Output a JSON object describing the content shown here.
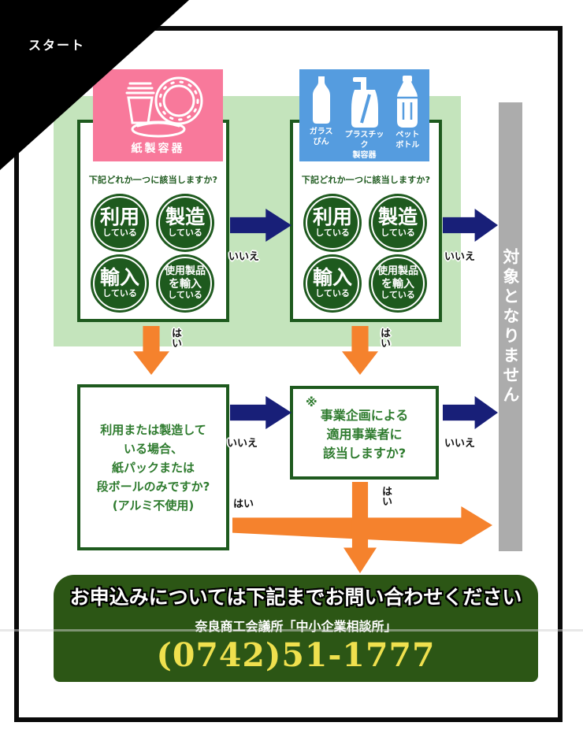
{
  "start_label": "スタート",
  "question": "下記どれか一つに該当しますか?",
  "circles": [
    {
      "main": "利用",
      "sub": "している"
    },
    {
      "main": "製造",
      "sub": "している"
    },
    {
      "main": "輸入",
      "sub": "している"
    },
    {
      "l1": "使用製品",
      "l2": "を輸入",
      "l3": "している"
    }
  ],
  "paper_category": {
    "label": "紙製容器"
  },
  "bottle_category": {
    "items": [
      {
        "line1": "ガラス",
        "line2": "びん"
      },
      {
        "line1": "プラスチック",
        "line2": "製容器"
      },
      {
        "line1": "ペット",
        "line2": "ボトル"
      }
    ]
  },
  "labels": {
    "yes": "はい",
    "no": "いいえ"
  },
  "not_applicable": "対象となりません",
  "paper_pack_question": {
    "lines": [
      "利用または製造して",
      "いる場合、",
      "紙パックまたは",
      "段ボールのみですか?",
      "(アルミ不使用)"
    ]
  },
  "business_plan_question": {
    "note_mark": "※",
    "lines": [
      "事業企画による",
      "適用事業者に",
      "該当しますか?"
    ]
  },
  "contact_banner": {
    "title": "お申込みについては下記までお問い合わせください",
    "organization": "奈良商工会議所「中小企業相談所」",
    "phone": "(0742)51-1777"
  },
  "colors": {
    "paper_pink": "#F8799B",
    "bottle_blue": "#559CDF",
    "panel_green": "#C4E4BC",
    "dark_green": "#1E5A1E",
    "banner_green": "#2C5615",
    "navy_arrow": "#181F78",
    "orange_arrow": "#F5822D",
    "gray_bar": "#ACACAC",
    "phone_yellow": "#EFE04E"
  }
}
